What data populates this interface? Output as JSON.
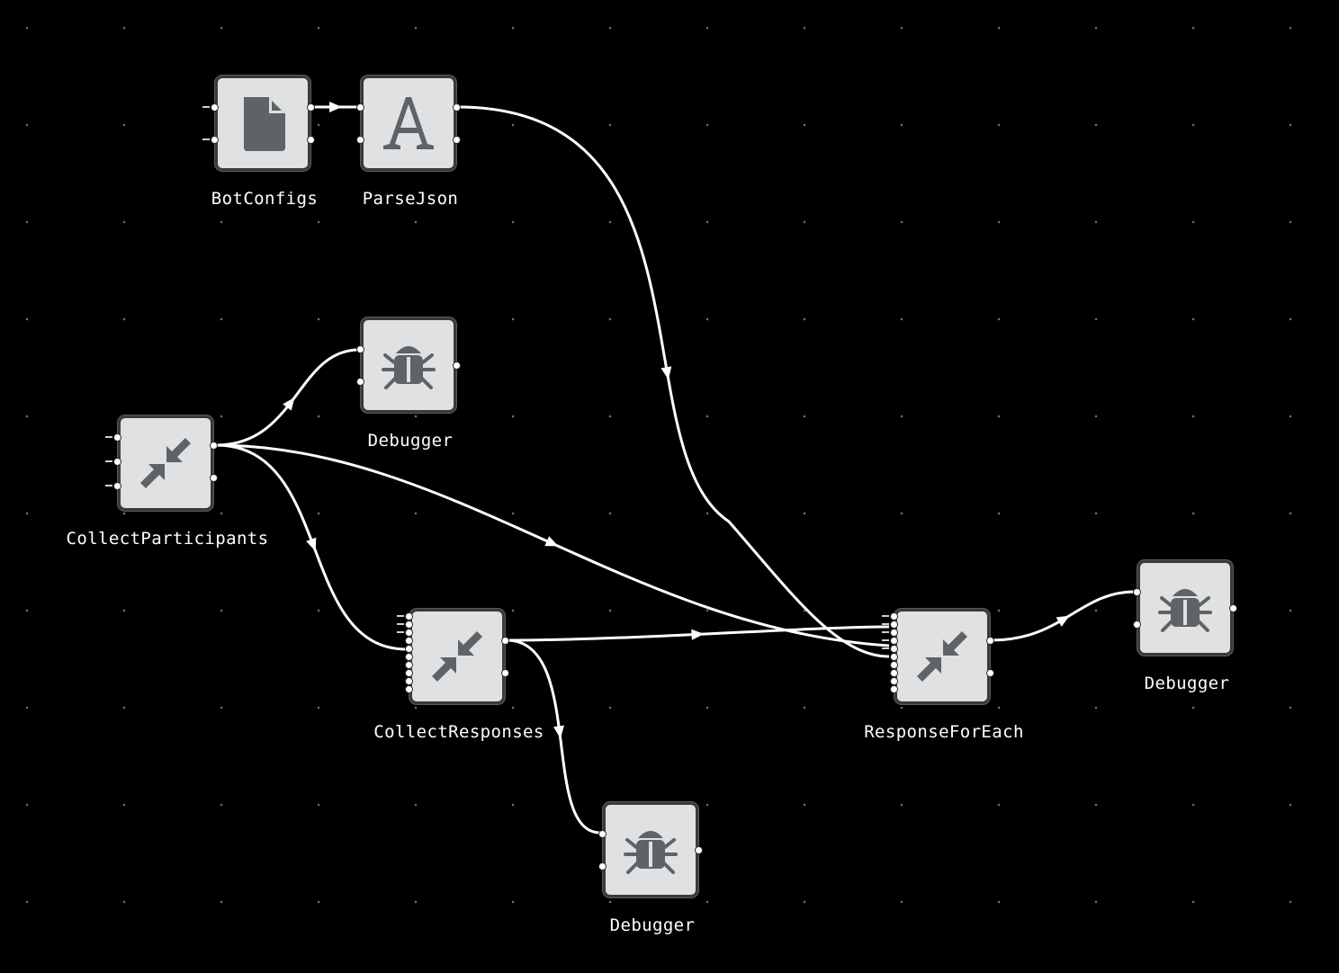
{
  "colors": {
    "background": "#000000",
    "grid_dot": "#6e6e6e",
    "node_fill": "#dfe1e2",
    "node_border": "#3a3a3a",
    "icon": "#5f6366",
    "edge": "#ffffff",
    "label": "#ffffff"
  },
  "nodes": [
    {
      "id": "botconfigs",
      "label": "BotConfigs",
      "icon": "file-icon"
    },
    {
      "id": "parsejson",
      "label": "ParseJson",
      "icon": "font-a-icon"
    },
    {
      "id": "debugger1",
      "label": "Debugger",
      "icon": "bug-icon"
    },
    {
      "id": "collectparticipants",
      "label": "CollectParticipants",
      "icon": "compress-icon"
    },
    {
      "id": "collectresponses",
      "label": "CollectResponses",
      "icon": "compress-icon"
    },
    {
      "id": "responseforeach",
      "label": "ResponseForEach",
      "icon": "compress-icon"
    },
    {
      "id": "debugger2",
      "label": "Debugger",
      "icon": "bug-icon"
    },
    {
      "id": "debugger3",
      "label": "Debugger",
      "icon": "bug-icon"
    }
  ],
  "edges": [
    {
      "from": "botconfigs",
      "to": "parsejson"
    },
    {
      "from": "parsejson",
      "to": "responseforeach"
    },
    {
      "from": "collectparticipants",
      "to": "debugger1"
    },
    {
      "from": "collectparticipants",
      "to": "collectresponses"
    },
    {
      "from": "collectparticipants",
      "to": "responseforeach"
    },
    {
      "from": "collectresponses",
      "to": "responseforeach"
    },
    {
      "from": "collectresponses",
      "to": "debugger3"
    },
    {
      "from": "responseforeach",
      "to": "debugger2"
    }
  ]
}
